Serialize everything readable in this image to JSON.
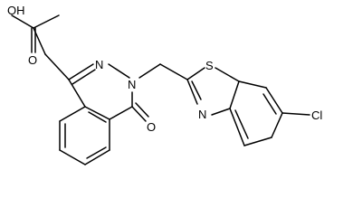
{
  "molecule": {
    "atom_labels": {
      "oh": "OH",
      "o_acid": "O",
      "n_upper": "N",
      "n_ring": "N",
      "o_keto": "O",
      "s": "S",
      "n_thiazole": "N",
      "cl": "Cl"
    }
  }
}
